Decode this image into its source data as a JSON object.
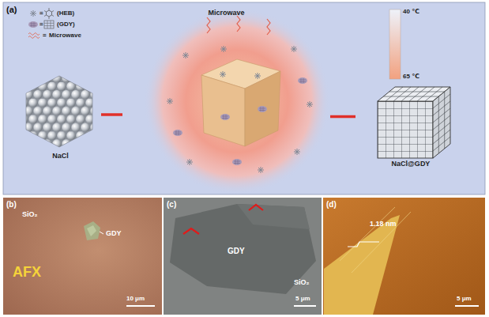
{
  "diagram": {
    "nodes": [
      {
        "text": [
          "(a)"
        ]
      },
      {
        "text": [
          "NaCl"
        ],
        "in": 0
      },
      {
        "text": [
          "Microwave"
        ],
        "in": 0
      },
      {
        "text": [
          "NaCl@GDY"
        ],
        "in": 0
      },
      {
        "text": [
          "(b)"
        ]
      },
      {
        "text": [
          "(c)"
        ]
      },
      {
        "text": [
          "(d)"
        ]
      }
    ],
    "edges": [
      {
        "from": 1,
        "to": 2,
        "arrow": "none"
      },
      {
        "from": 2,
        "to": 3,
        "arrow": "none"
      }
    ],
    "labels": [
      "=",
      "=",
      "=",
      "40 ℃",
      "65 ℃",
      "SiO₂",
      "AFX",
      "GDY",
      "10 μm",
      "GDY",
      "SiO₂",
      "5 μm",
      "1.18 nm",
      "5 μm"
    ],
    "legend": [
      {
        "text": "(HEB)"
      },
      {
        "text": "(GDY)"
      },
      {
        "text": "Microwave"
      }
    ]
  }
}
